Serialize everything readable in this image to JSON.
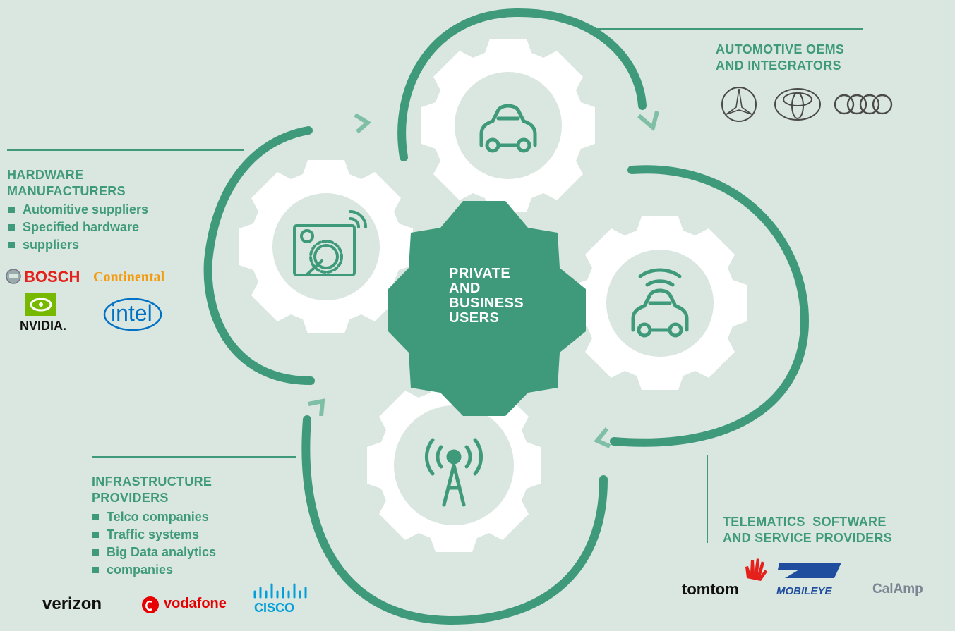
{
  "colors": {
    "background": "#dae6e0",
    "accent": "#3f9a7c",
    "gear_outer": "#ffffff",
    "gear_inner": "#dae6e0",
    "center_gear": "#3f9a7c"
  },
  "center": {
    "lines": [
      "PRIVATE",
      "AND",
      "BUSINESS",
      "USERS"
    ]
  },
  "sections": {
    "automotive": {
      "heading": [
        "AUTOMOTIVE OEMS",
        "AND INTEGRATORS"
      ],
      "icon": "car-icon"
    },
    "hardware": {
      "heading": [
        "HARDWARE",
        "MANUFACTURERS"
      ],
      "items": [
        "Automitive suppliers",
        "Specified hardware",
        "suppliers"
      ],
      "icon": "hardware-gear-wrench-icon"
    },
    "infrastructure": {
      "heading": [
        "INFRASTRUCTURE",
        "PROVIDERS"
      ],
      "items": [
        "Telco companies",
        "Traffic systems",
        "Big Data analytics",
        "companies"
      ],
      "icon": "antenna-broadcast-icon"
    },
    "telematics": {
      "heading": [
        "TELEMATICS  SOFTWARE",
        "AND SERVICE PROVIDERS"
      ],
      "icon": "connected-car-icon"
    }
  },
  "logos": {
    "bosch": "BOSCH",
    "continental": "Continental",
    "nvidia": "NVIDIA.",
    "intel": "intel",
    "verizon": "verizon",
    "vodafone": "vodafone",
    "cisco": "CISCO",
    "tomtom": "tomtom",
    "mobileye": "MOBILEYE",
    "calamp": "CalAmp"
  }
}
